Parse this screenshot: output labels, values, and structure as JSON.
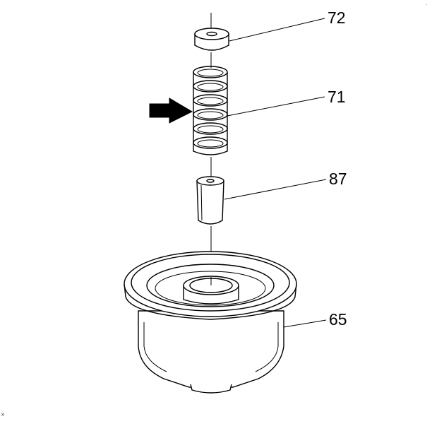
{
  "callouts": {
    "part_72": "72",
    "part_71": "71",
    "part_87": "87",
    "part_65": "65"
  },
  "corner_marks": {
    "top_right": "·",
    "bottom_left": "×"
  },
  "colors": {
    "line": "#000000",
    "background": "#ffffff"
  }
}
